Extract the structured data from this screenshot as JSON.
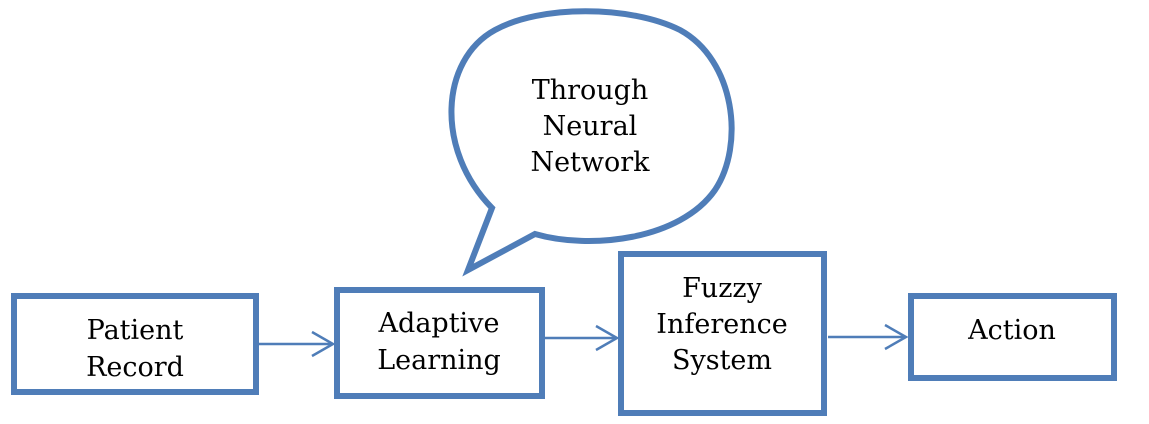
{
  "colors": {
    "stroke": "#4f7db8",
    "text": "#000000",
    "background": "#ffffff"
  },
  "nodes": {
    "patient_record": {
      "line1": "Patient",
      "line2": "Record"
    },
    "adaptive_learning": {
      "line1": "Adaptive",
      "line2": "Learning"
    },
    "fuzzy_inference": {
      "line1": "Fuzzy",
      "line2": "Inference",
      "line3": "System"
    },
    "action": {
      "line1": "Action"
    }
  },
  "callout": {
    "line1": "Through",
    "line2": "Neural",
    "line3": "Network"
  },
  "edges": [
    {
      "from": "Patient Record",
      "to": "Adaptive Learning"
    },
    {
      "from": "Adaptive Learning",
      "to": "Fuzzy Inference System"
    },
    {
      "from": "Fuzzy Inference System",
      "to": "Action"
    }
  ]
}
